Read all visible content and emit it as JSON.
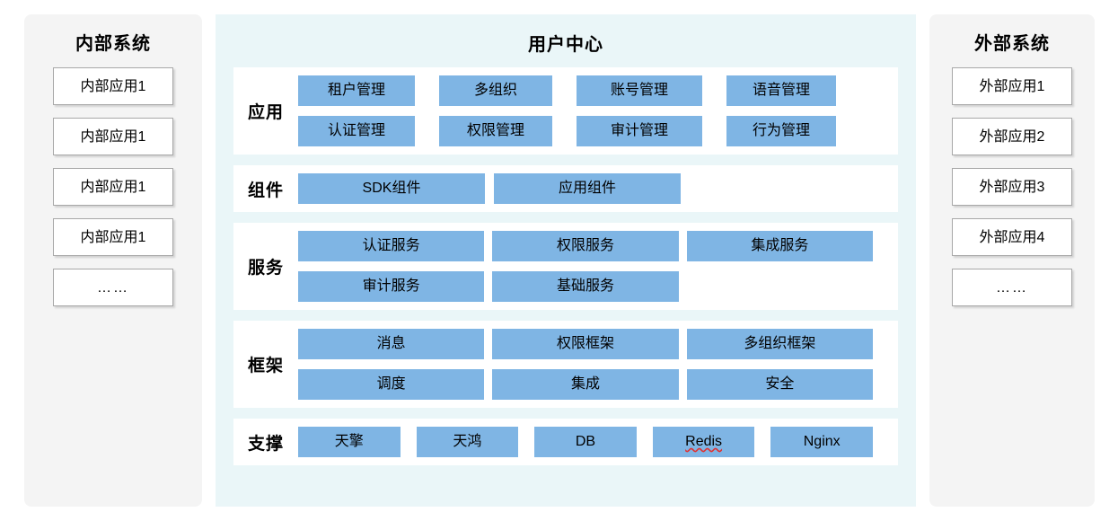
{
  "internal_panel": {
    "title": "内部系统",
    "items": [
      {
        "label": "内部应用1"
      },
      {
        "label": "内部应用1"
      },
      {
        "label": "内部应用1"
      },
      {
        "label": "内部应用1"
      },
      {
        "label": "……"
      }
    ]
  },
  "external_panel": {
    "title": "外部系统",
    "items": [
      {
        "label": "外部应用1"
      },
      {
        "label": "外部应用2"
      },
      {
        "label": "外部应用3"
      },
      {
        "label": "外部应用4"
      },
      {
        "label": "……"
      }
    ]
  },
  "center_panel": {
    "title": "用户中心",
    "layers": [
      {
        "label": "应用",
        "rows": [
          [
            "租户管理",
            "多组织",
            "账号管理",
            "语音管理"
          ],
          [
            "认证管理",
            "权限管理",
            "审计管理",
            "行为管理"
          ]
        ]
      },
      {
        "label": "组件",
        "rows": [
          [
            "SDK组件",
            "应用组件"
          ]
        ]
      },
      {
        "label": "服务",
        "rows": [
          [
            "认证服务",
            "权限服务",
            "集成服务"
          ],
          [
            "审计服务",
            "基础服务",
            ""
          ]
        ]
      },
      {
        "label": "框架",
        "rows": [
          [
            "消息",
            "权限框架",
            "多组织框架"
          ],
          [
            "调度",
            "集成",
            "安全"
          ]
        ]
      },
      {
        "label": "支撑",
        "rows": [
          [
            "天擎",
            "天鸿",
            "DB",
            "Redis",
            "Nginx"
          ]
        ]
      }
    ]
  },
  "colors": {
    "box_blue": "#7FB5E4",
    "center_bg": "#EAF6F8",
    "side_bg": "#F4F4F4",
    "side_border": "#A8A8A8",
    "spellcheck_underline": "#E03131"
  },
  "spellchecked_terms": [
    "Redis"
  ]
}
